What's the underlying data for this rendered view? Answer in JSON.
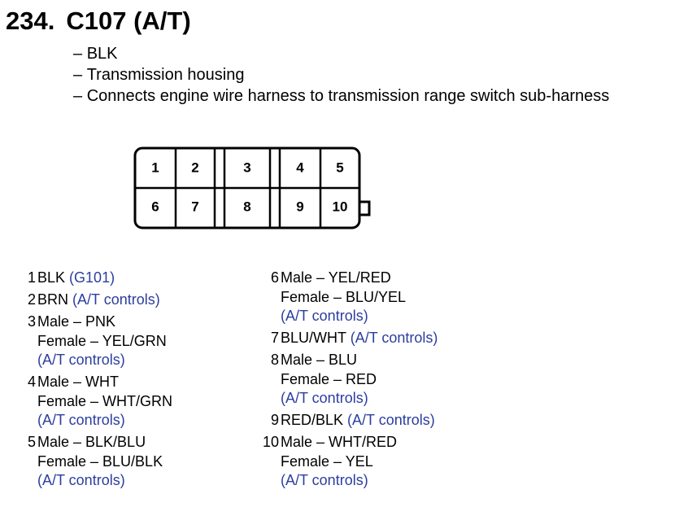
{
  "heading": {
    "number": "234.",
    "title": "C107 (A/T)"
  },
  "description": [
    "BLK",
    "Transmission housing",
    "Connects engine wire harness to transmission range switch sub-harness"
  ],
  "connector": {
    "pins_top": [
      "1",
      "2",
      "3",
      "4",
      "5"
    ],
    "pins_bottom": [
      "6",
      "7",
      "8",
      "9",
      "10"
    ]
  },
  "pinouts_left": [
    {
      "pin": "1",
      "lines": [
        {
          "text": "BLK",
          "note": "(G101)"
        }
      ]
    },
    {
      "pin": "2",
      "lines": [
        {
          "text": "BRN",
          "note": "(A/T controls)"
        }
      ]
    },
    {
      "pin": "3",
      "lines": [
        {
          "text": "Male – PNK"
        },
        {
          "text": "Female – YEL/GRN"
        },
        {
          "note": "(A/T controls)"
        }
      ]
    },
    {
      "pin": "4",
      "lines": [
        {
          "text": "Male – WHT"
        },
        {
          "text": "Female – WHT/GRN"
        },
        {
          "note": "(A/T controls)"
        }
      ]
    },
    {
      "pin": "5",
      "lines": [
        {
          "text": "Male – BLK/BLU"
        },
        {
          "text": "Female – BLU/BLK"
        },
        {
          "note": "(A/T controls)"
        }
      ]
    }
  ],
  "pinouts_right": [
    {
      "pin": "6",
      "lines": [
        {
          "text": "Male – YEL/RED"
        },
        {
          "text": "Female – BLU/YEL"
        },
        {
          "note": "(A/T controls)"
        }
      ]
    },
    {
      "pin": "7",
      "lines": [
        {
          "text": "BLU/WHT",
          "note": "(A/T controls)"
        }
      ]
    },
    {
      "pin": "8",
      "lines": [
        {
          "text": "Male – BLU"
        },
        {
          "text": "Female – RED"
        },
        {
          "note": "(A/T controls)"
        }
      ]
    },
    {
      "pin": "9",
      "lines": [
        {
          "text": "RED/BLK",
          "note": "(A/T controls)"
        }
      ]
    },
    {
      "pin": "10",
      "lines": [
        {
          "text": "Male – WHT/RED"
        },
        {
          "text": "Female – YEL"
        },
        {
          "note": "(A/T controls)"
        }
      ]
    }
  ],
  "colors": {
    "note": "#2c3e9f",
    "text": "#000000"
  }
}
